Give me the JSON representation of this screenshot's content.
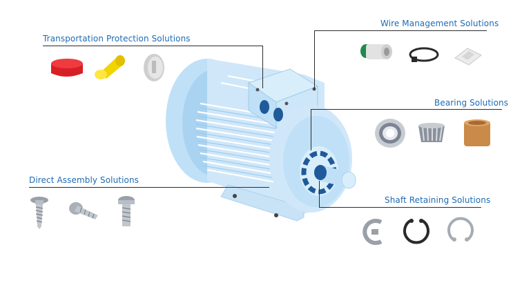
{
  "categories": {
    "transportation_protection": "Transportation Protection Solutions",
    "wire_management": "Wire Management Solutions",
    "bearing": "Bearing Solutions",
    "direct_assembly": "Direct Assembly Solutions",
    "shaft_retaining": "Shaft Retaining Solutions"
  },
  "colors": {
    "label_text": "#1e6ab3",
    "leader_line": "#2a2a2a",
    "motor_body": "#bfe0f7",
    "motor_dark": "#1f5a9a"
  },
  "icons": {
    "transportation_protection": [
      "red-cap-icon",
      "yellow-plug-icon",
      "grey-plug-icon"
    ],
    "wire_management": [
      "cable-gland-icon",
      "cable-tie-icon",
      "tie-mount-icon"
    ],
    "bearing": [
      "ball-bearing-icon",
      "tapered-roller-bearing-icon",
      "bushing-icon"
    ],
    "direct_assembly": [
      "flange-screw-icon",
      "self-tapping-screw-icon",
      "machine-screw-icon"
    ],
    "shaft_retaining": [
      "e-clip-icon",
      "external-retaining-ring-icon",
      "internal-retaining-ring-icon"
    ]
  }
}
